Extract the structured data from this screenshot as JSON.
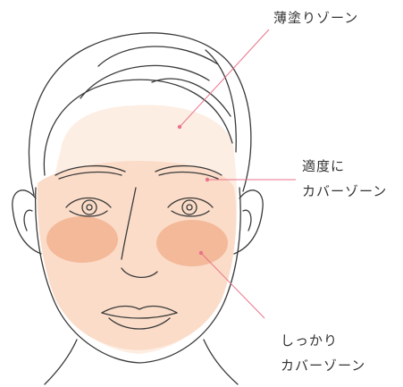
{
  "labels": {
    "thin": "薄塗りゾーン",
    "moderate_line1": "適度に",
    "moderate_line2": "カバーゾーン",
    "firm_line1": "しっかり",
    "firm_line2": "カバーゾーン"
  },
  "colors": {
    "thin_zone": "#fdeee4",
    "moderate_zone": "#fbdcc8",
    "firm_zone": "#f3b999",
    "leader_line": "#e8738a",
    "outline": "#3a3a3a"
  }
}
